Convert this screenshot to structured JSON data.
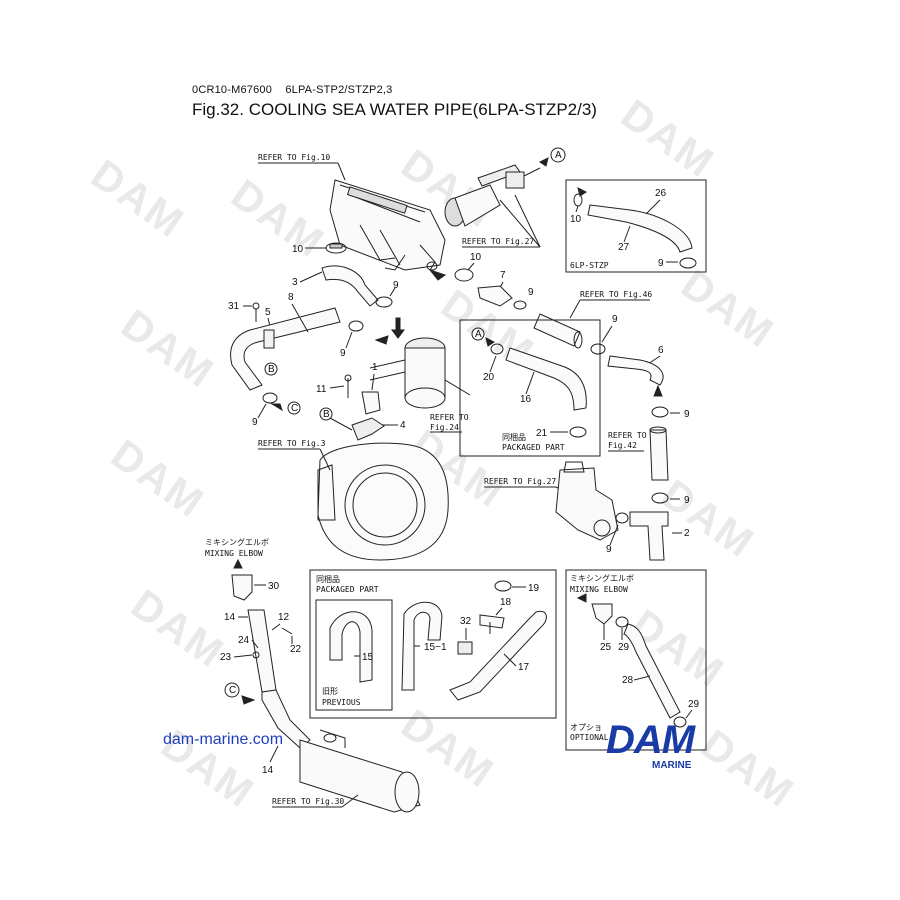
{
  "header": {
    "doc_code": "0CR10-M67600",
    "model": "6LPA-STP2/STZP2,3",
    "figure_title": "Fig.32.  COOLING SEA WATER PIPE(6LPA-STZP2/3)"
  },
  "watermark": "DAM",
  "references": {
    "fig10": "REFER TO Fig.10",
    "fig27_top": "REFER TO Fig.27",
    "fig46": "REFER TO Fig.46",
    "fig24_line1": "REFER TO",
    "fig24_line2": "Fig.24",
    "fig3": "REFER TO Fig.3",
    "fig42_line1": "REFER TO",
    "fig42_line2": "Fig.42",
    "fig27_mid": "REFER TO Fig.27",
    "fig30": "REFER TO Fig.30"
  },
  "boxes": {
    "stzp_variant": "6LP-STZP",
    "packaged_top_jp": "同梱品",
    "packaged_top_en": "PACKAGED PART",
    "packaged_bottom_jp": "同梱品",
    "packaged_bottom_en": "PACKAGED PART",
    "previous_jp": "旧形",
    "previous_en": "PREVIOUS",
    "mixing_elbow_right_jp": "ミキシングエルボ",
    "mixing_elbow_right_en": "MIXING ELBOW",
    "optional_jp": "オプショ",
    "optional_en": "OPTIONAL"
  },
  "mixing_elbow_left": {
    "jp": "ミキシングエルボ",
    "en": "MIXING ELBOW"
  },
  "callouts": [
    "1",
    "2",
    "3",
    "4",
    "5",
    "6",
    "7",
    "8",
    "9",
    "10",
    "11",
    "12",
    "14",
    "15",
    "15-1",
    "16",
    "17",
    "18",
    "19",
    "20",
    "21",
    "22",
    "23",
    "24",
    "25",
    "26",
    "27",
    "28",
    "29",
    "30",
    "31",
    "32"
  ],
  "circle_markers": [
    "A",
    "B",
    "C"
  ],
  "site_link": "dam-marine.com",
  "brand": {
    "logo": "DAM",
    "sub": "MARINE",
    "color": "#1a3aa5"
  }
}
